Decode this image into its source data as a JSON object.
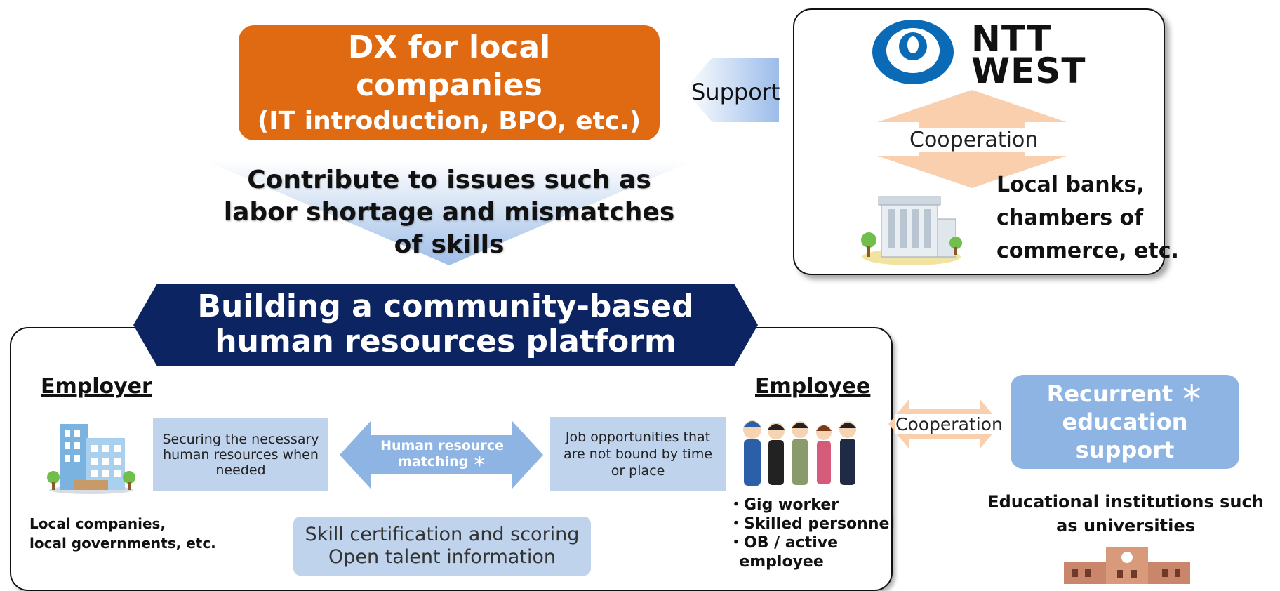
{
  "dx": {
    "title": "DX for local companies",
    "subtitle": "(IT introduction, BPO, etc.)"
  },
  "support_label": "Support",
  "contribute": "Contribute to issues such as labor shortage and mismatches of skills",
  "ntt": {
    "name_line1": "NTT",
    "name_line2": "WEST",
    "cooperation_label": "Cooperation",
    "partners_line1": "Local banks,",
    "partners_line2": "chambers of",
    "partners_line3": "commerce, etc."
  },
  "platform": {
    "title_line1": "Building a community-based",
    "title_line2": "human resources platform",
    "employer_title": "Employer",
    "employee_title": "Employee",
    "employer_org_line1": "Local companies,",
    "employer_org_line2": "local governments, etc.",
    "securing_text": "Securing the necessary human resources when needed",
    "matching_label": "Human resource matching ＊",
    "job_text": "Job opportunities that are not bound by time or place",
    "employee_items": [
      "・Gig worker",
      "・Skilled personnel",
      "・OB / active",
      "  employee"
    ],
    "skill_line1": "Skill certification and scoring",
    "skill_line2": "Open talent information"
  },
  "right": {
    "cooperation_label": "Cooperation",
    "recurrent_line1": "Recurrent ＊",
    "recurrent_line2": "education support",
    "edu_line1": "Educational institutions such",
    "edu_line2": "as universities"
  },
  "colors": {
    "dx_orange": "#e06a12",
    "navy_banner": "#0c2461",
    "light_blue_box": "#bfd3ec",
    "recurrent_blue": "#8eb4e3",
    "peach_arrow": "#f9cfae",
    "ntt_blue": "#0a6ab5"
  },
  "icons": [
    "ntt-logo-icon",
    "bank-building-icon",
    "office-buildings-icon",
    "workers-group-icon",
    "school-building-icon"
  ]
}
